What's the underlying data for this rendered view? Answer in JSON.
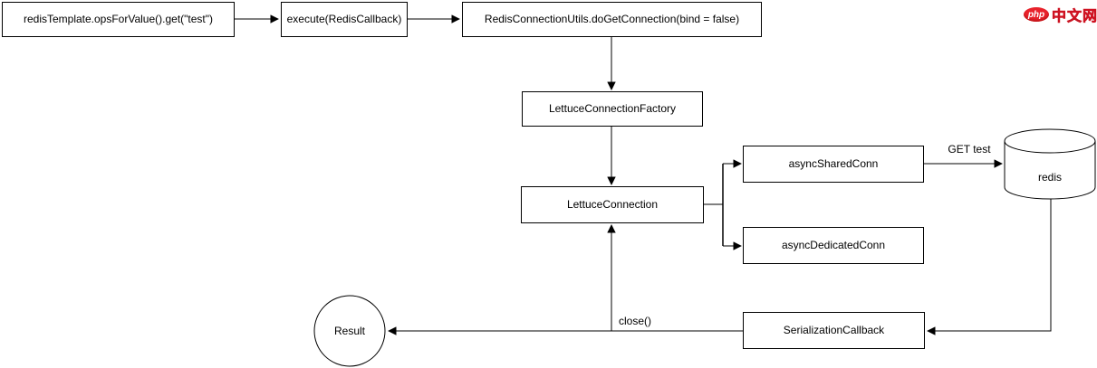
{
  "diagram": {
    "nodes": {
      "redis_template_call": {
        "label": "redisTemplate.opsForValue().get(\"test\")"
      },
      "execute_callback": {
        "label": "execute(RedisCallback)"
      },
      "do_get_connection": {
        "label": "RedisConnectionUtils.doGetConnection(bind = false)"
      },
      "lettuce_connection_factory": {
        "label": "LettuceConnectionFactory"
      },
      "lettuce_connection": {
        "label": "LettuceConnection"
      },
      "async_shared_conn": {
        "label": "asyncSharedConn"
      },
      "async_dedicated_conn": {
        "label": "asyncDedicatedConn"
      },
      "redis_db": {
        "label": "redis",
        "shape": "cylinder"
      },
      "serialization_callback": {
        "label": "SerializationCallback"
      },
      "result": {
        "label": "Result",
        "shape": "circle"
      }
    },
    "edge_labels": {
      "get_test": "GET test",
      "close": "close()"
    },
    "colors": {
      "stroke": "#000000",
      "node_fill": "#ffffff",
      "background": "#ffffff"
    }
  },
  "watermark": {
    "badge_text": "php",
    "site_text": "中文网",
    "badge_color": "#e8222b"
  }
}
